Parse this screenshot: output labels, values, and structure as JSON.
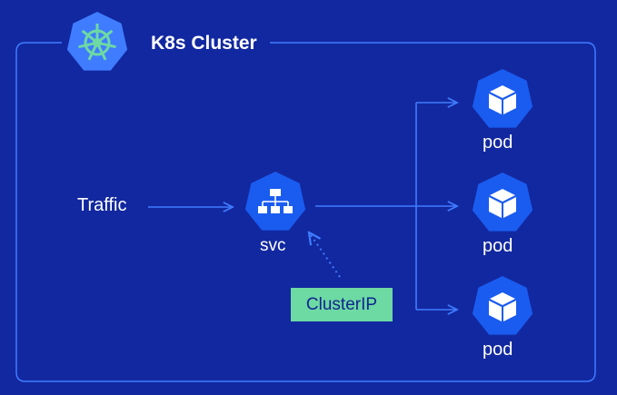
{
  "cluster": {
    "title": "K8s Cluster",
    "icon": "kubernetes-helm-icon"
  },
  "traffic": {
    "label": "Traffic"
  },
  "service": {
    "label": "svc",
    "icon": "network-tree-icon"
  },
  "clusterip": {
    "label": "ClusterIP"
  },
  "pods": [
    {
      "label": "pod",
      "icon": "cube-icon"
    },
    {
      "label": "pod",
      "icon": "cube-icon"
    },
    {
      "label": "pod",
      "icon": "cube-icon"
    }
  ],
  "colors": {
    "background": "#1228a0",
    "line": "#3f7cff",
    "node": "#1a5cf0",
    "k8s_node": "#3f7cff",
    "accent_green": "#6dd9a3",
    "text": "#ffffff"
  }
}
